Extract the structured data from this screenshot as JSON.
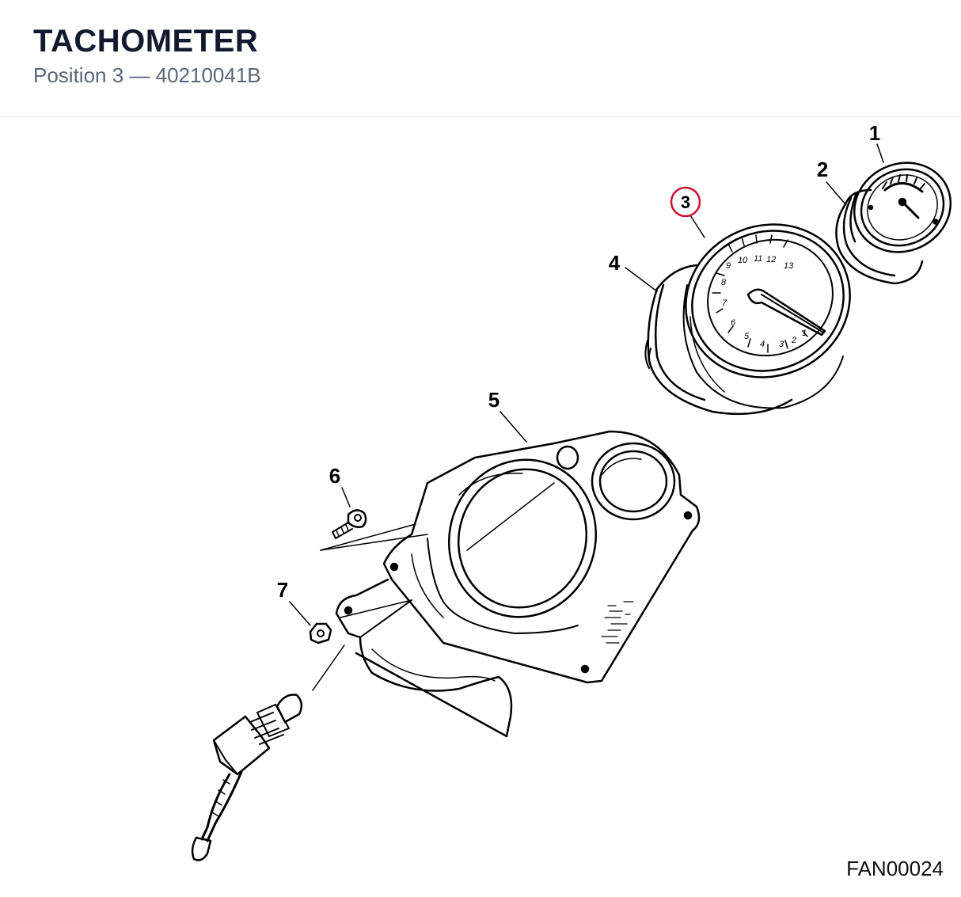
{
  "header": {
    "title": "TACHOMETER",
    "subtitle": "Position 3 — 40210041B"
  },
  "callouts": [
    {
      "id": "1",
      "label": "1"
    },
    {
      "id": "2",
      "label": "2"
    },
    {
      "id": "3",
      "label": "3",
      "highlighted": true
    },
    {
      "id": "4",
      "label": "4"
    },
    {
      "id": "5",
      "label": "5"
    },
    {
      "id": "6",
      "label": "6"
    },
    {
      "id": "7",
      "label": "7"
    }
  ],
  "dial_numbers": [
    "9",
    "10",
    "11",
    "12",
    "13",
    "8",
    "7",
    "6",
    "5",
    "4",
    "3",
    "2",
    "1"
  ],
  "figure_code": "FAN00024",
  "colors": {
    "title": "#111a2e",
    "subtitle": "#5b6577",
    "highlight_ring": "#c8102e",
    "line_art": "#000000"
  }
}
